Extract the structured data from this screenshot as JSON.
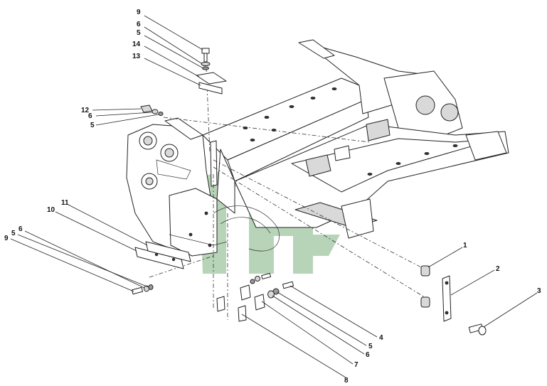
{
  "watermark": {
    "color": "#7fb27f",
    "icon": "gears-logo-watermark"
  },
  "callouts": [
    {
      "id": "c9a",
      "label": "9"
    },
    {
      "id": "c6a",
      "label": "6"
    },
    {
      "id": "c5a",
      "label": "5"
    },
    {
      "id": "c14",
      "label": "14"
    },
    {
      "id": "c13",
      "label": "13"
    },
    {
      "id": "c12",
      "label": "12"
    },
    {
      "id": "c6b",
      "label": "6"
    },
    {
      "id": "c5b",
      "label": "5"
    },
    {
      "id": "c11",
      "label": "11"
    },
    {
      "id": "c10",
      "label": "10"
    },
    {
      "id": "c6c",
      "label": "6"
    },
    {
      "id": "c5c",
      "label": "5"
    },
    {
      "id": "c9b",
      "label": "9"
    },
    {
      "id": "c1",
      "label": "1"
    },
    {
      "id": "c2",
      "label": "2"
    },
    {
      "id": "c3",
      "label": "3"
    },
    {
      "id": "c4",
      "label": "4"
    },
    {
      "id": "c5d",
      "label": "5"
    },
    {
      "id": "c6d",
      "label": "6"
    },
    {
      "id": "c7",
      "label": "7"
    },
    {
      "id": "c8",
      "label": "8"
    }
  ]
}
